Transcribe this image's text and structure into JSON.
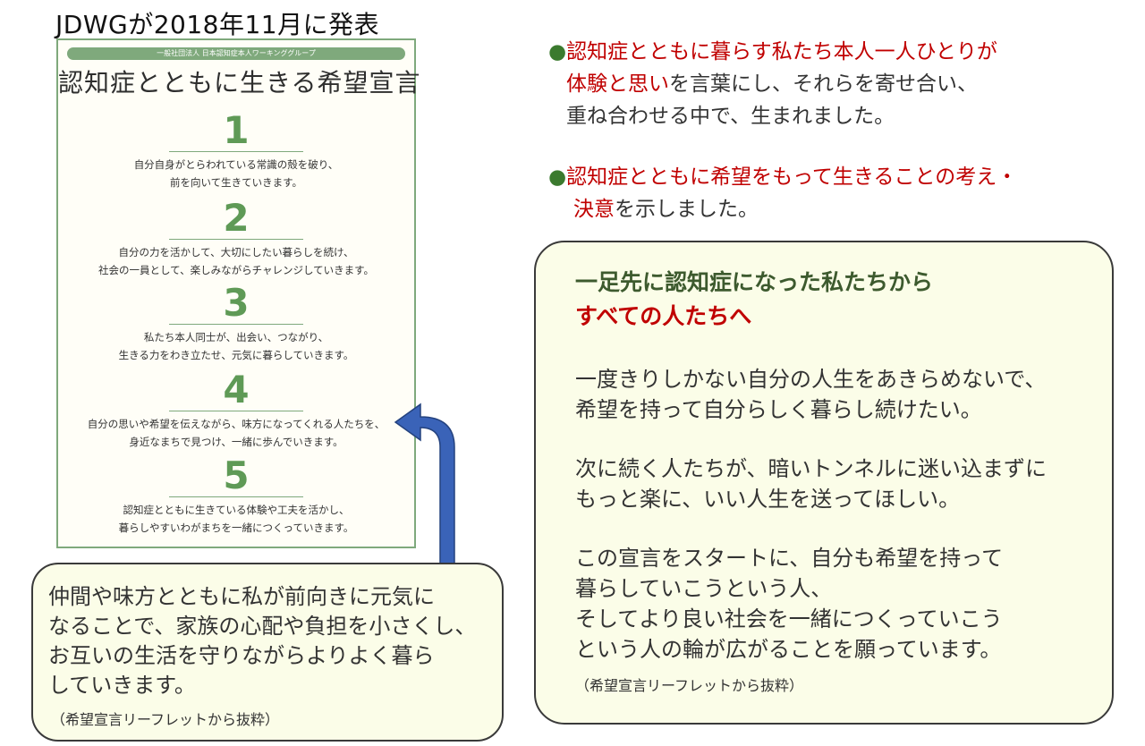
{
  "header": {
    "title": "JDWGが2018年11月に発表"
  },
  "declaration": {
    "org": "一般社団法人 日本認知症本人ワーキンググループ",
    "title": "認知症とともに生きる希望宣言",
    "items": [
      {
        "num": "1",
        "line1": "自分自身がとらわれている常識の殻を破り、",
        "line2": "前を向いて生きていきます。"
      },
      {
        "num": "2",
        "line1": "自分の力を活かして、大切にしたい暮らしを続け、",
        "line2": "社会の一員として、楽しみながらチャレンジしていきます。"
      },
      {
        "num": "3",
        "line1": "私たち本人同士が、出会い、つながり、",
        "line2": "生きる力をわき立たせ、元気に暮らしていきます。"
      },
      {
        "num": "4",
        "line1": "自分の思いや希望を伝えながら、味方になってくれる人たちを、",
        "line2": "身近なまちで見つけ、一緒に歩んでいきます。"
      },
      {
        "num": "5",
        "line1": "認知症とともに生きている体験や工夫を活かし、",
        "line2": "暮らしやすいわがまちを一緒につくっていきます。"
      }
    ]
  },
  "left_bubble": {
    "lines": [
      "仲間や味方とともに私が前向きに元気に",
      "なることで、家族の心配や負担を小さくし、",
      "お互いの生活を守りながらよりよく暮ら",
      "していきます。"
    ],
    "note": "（希望宣言リーフレットから抜粋）"
  },
  "bullets": [
    {
      "bullet": "●",
      "red1": "認知症とともに暮らす私たち本人一人ひとりが",
      "red2": "体験と思い",
      "rest2": "を言葉にし、それらを寄せ合い、",
      "line3": "重ね合わせる中で、生まれました。"
    },
    {
      "bullet": "●",
      "red1": "認知症とともに希望をもって生きることの考え・",
      "red2": "決意",
      "rest2": "を示しました。"
    }
  ],
  "right_bubble": {
    "head1": "一足先に認知症になった私たちから",
    "head2": "すべての人たちへ",
    "paragraphs": [
      [
        "一度きりしかない自分の人生をあきらめないで、",
        "希望を持って自分らしく暮らし続けたい。"
      ],
      [
        "次に続く人たちが、暗いトンネルに迷い込まずに",
        "もっと楽に、いい人生を送ってほしい。"
      ],
      [
        "この宣言をスタートに、自分も希望を持って",
        "暮らしていこうという人、",
        "そしてより良い社会を一緒につくっていこう",
        "という人の輪が広がることを願っています。"
      ]
    ],
    "note": "（希望宣言リーフレットから抜粋）"
  },
  "colors": {
    "green": "#5f9a56",
    "red": "#c00000",
    "arrow": "#3a63b8",
    "bubble_bg": "#fbfde8"
  }
}
